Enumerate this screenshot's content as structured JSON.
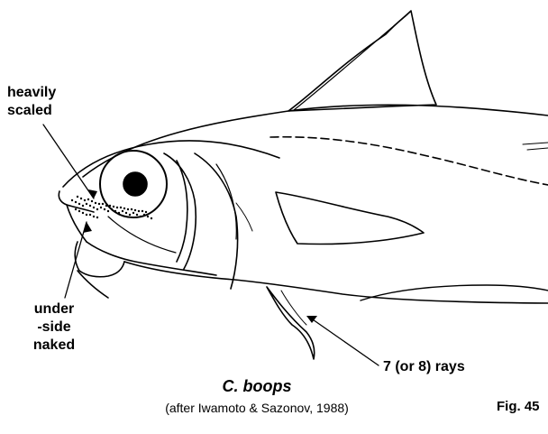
{
  "annotations": {
    "heavily": "heavily",
    "scaled": "scaled",
    "under": "under",
    "underside": "-side",
    "naked": "naked",
    "rays": "7 (or 8) rays"
  },
  "caption": {
    "species": "C. boops",
    "citation": "(after Iwamoto & Sazonov, 1988)",
    "fig_number": "Fig. 45"
  }
}
